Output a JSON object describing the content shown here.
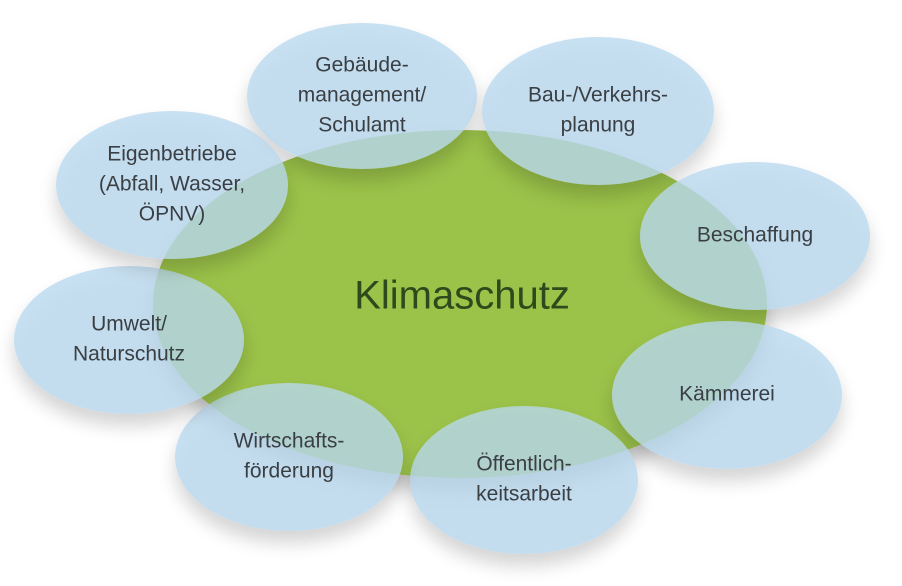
{
  "center": {
    "label": "Klimaschutz",
    "color": "#9bc24a"
  },
  "petal_color": "#b9d8ee",
  "petals": [
    {
      "lines": [
        "Gebäude-",
        "management/",
        "Schulamt"
      ]
    },
    {
      "lines": [
        "Bau-/Verkehrs-",
        "planung"
      ]
    },
    {
      "lines": [
        "Beschaffung"
      ]
    },
    {
      "lines": [
        "Kämmerei"
      ]
    },
    {
      "lines": [
        "Öffentlich-",
        "keitsarbeit"
      ]
    },
    {
      "lines": [
        "Wirtschafts-",
        "förderung"
      ]
    },
    {
      "lines": [
        "Umwelt/",
        "Naturschutz"
      ]
    },
    {
      "lines": [
        "Eigenbetriebe",
        "(Abfall, Wasser,",
        "ÖPNV)"
      ]
    }
  ]
}
